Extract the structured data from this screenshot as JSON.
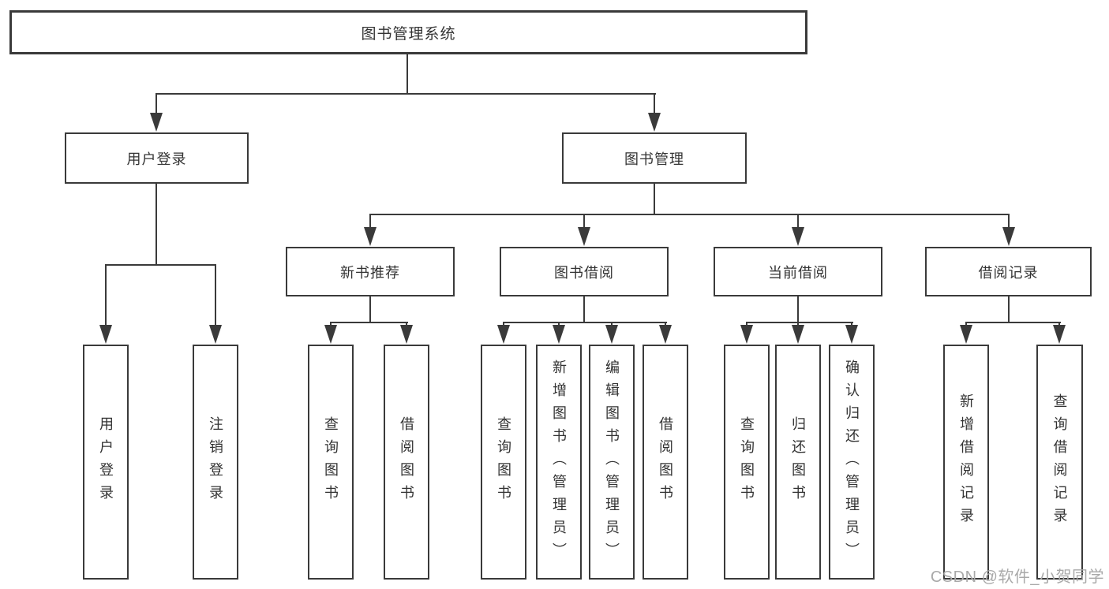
{
  "diagram": {
    "root": {
      "label": "图书管理系统"
    },
    "branches": [
      {
        "label": "用户登录",
        "children": [
          {
            "label": "用户登录"
          },
          {
            "label": "注销登录"
          }
        ]
      },
      {
        "label": "图书管理",
        "children": [
          {
            "label": "新书推荐",
            "children": [
              {
                "label": "查询图书"
              },
              {
                "label": "借阅图书"
              }
            ]
          },
          {
            "label": "图书借阅",
            "children": [
              {
                "label": "查询图书"
              },
              {
                "label": "新增图书（管理员）"
              },
              {
                "label": "编辑图书（管理员）"
              },
              {
                "label": "借阅图书"
              }
            ]
          },
          {
            "label": "当前借阅",
            "children": [
              {
                "label": "查询图书"
              },
              {
                "label": "归还图书"
              },
              {
                "label": "确认归还（管理员）"
              }
            ]
          },
          {
            "label": "借阅记录",
            "children": [
              {
                "label": "新增借阅记录"
              },
              {
                "label": "查询借阅记录"
              }
            ]
          }
        ]
      }
    ]
  },
  "watermark": {
    "text": "CSDN @软件_小贺同学"
  },
  "colors": {
    "line": "#3a3a3a",
    "border": "#3a3a3a",
    "text": "#333333",
    "watermark": "#a9a9a9",
    "boxfill": "#ffffff",
    "bg": "#ffffff"
  }
}
